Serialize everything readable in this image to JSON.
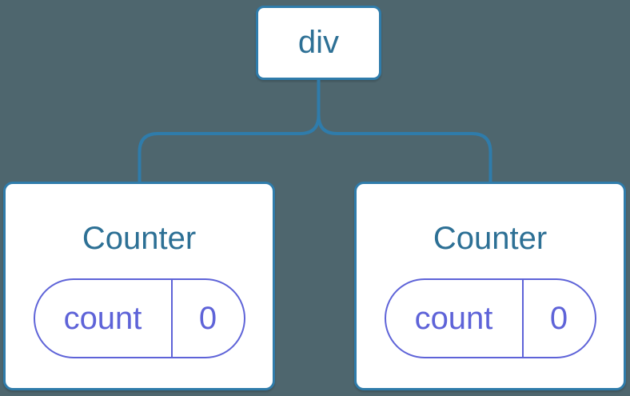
{
  "colors": {
    "background": "#4E666E",
    "line_blue": "#2F7CAB",
    "node_bg": "#FFFFFF",
    "text_blue": "#2D7095",
    "state_accent": "#5E63D8"
  },
  "tree": {
    "root": {
      "label": "div"
    },
    "children": [
      {
        "title": "Counter",
        "state": {
          "key": "count",
          "value": "0"
        }
      },
      {
        "title": "Counter",
        "state": {
          "key": "count",
          "value": "0"
        }
      }
    ]
  }
}
